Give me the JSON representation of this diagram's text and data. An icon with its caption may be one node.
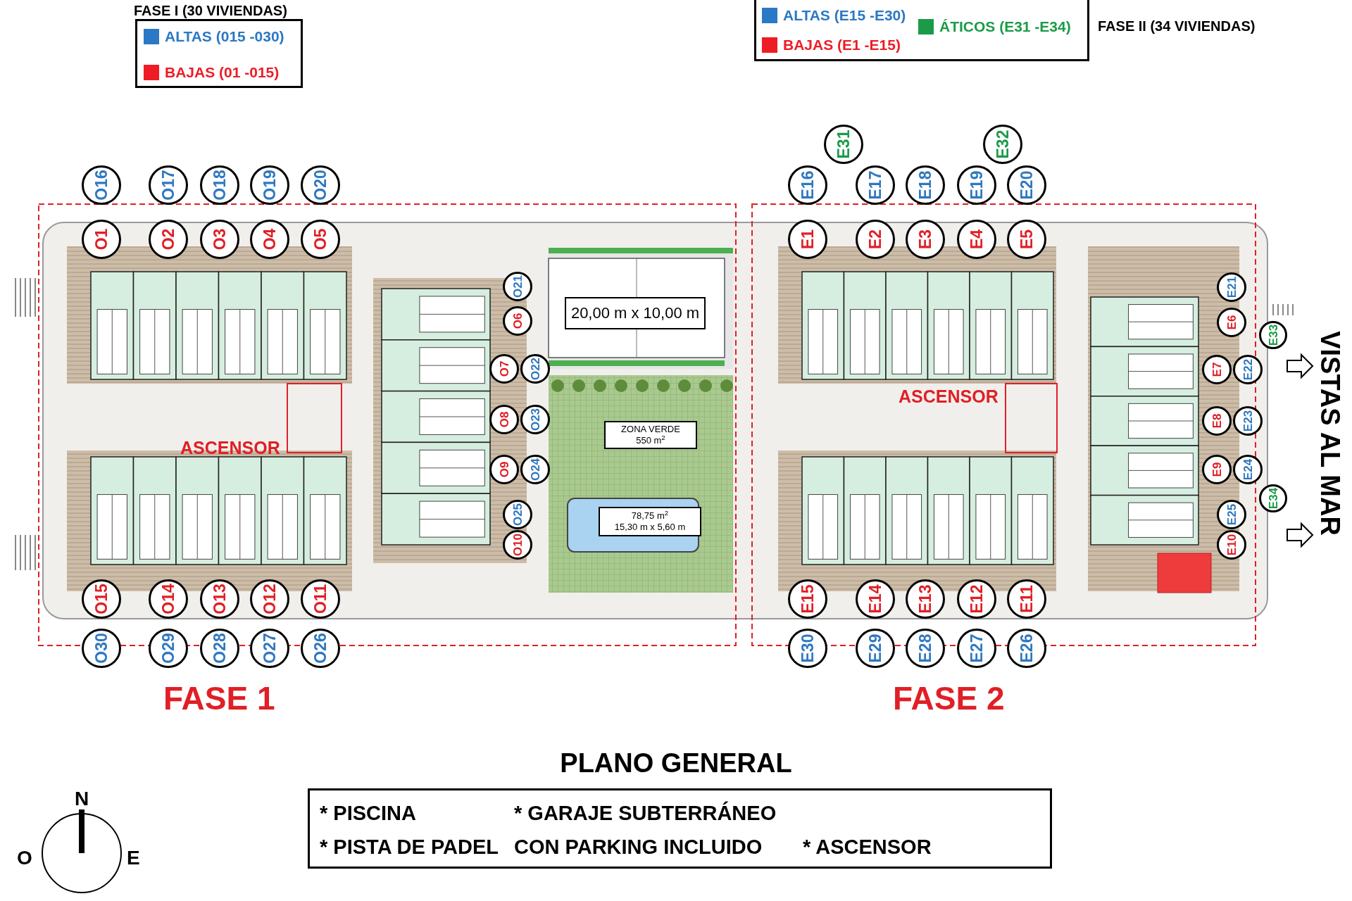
{
  "diagram": {
    "title": "PLANO GENERAL",
    "nodes": [
      {
        "text": [
          "E31"
        ]
      },
      {
        "text": [
          "E32"
        ]
      },
      {
        "text": [
          "O16"
        ]
      },
      {
        "text": [
          "O17"
        ]
      },
      {
        "text": [
          "O18"
        ]
      },
      {
        "text": [
          "O19"
        ]
      },
      {
        "text": [
          "O20"
        ]
      },
      {
        "text": [
          "E16"
        ]
      },
      {
        "text": [
          "E17"
        ]
      },
      {
        "text": [
          "E18"
        ]
      },
      {
        "text": [
          "E19"
        ]
      },
      {
        "text": [
          "E20"
        ]
      },
      {
        "text": [
          "O1"
        ]
      },
      {
        "text": [
          "O2"
        ]
      },
      {
        "text": [
          "O3"
        ]
      },
      {
        "text": [
          "O4"
        ]
      },
      {
        "text": [
          "O5"
        ]
      },
      {
        "text": [
          "E1"
        ]
      },
      {
        "text": [
          "E2"
        ]
      },
      {
        "text": [
          "E3"
        ]
      },
      {
        "text": [
          "E4"
        ]
      },
      {
        "text": [
          "E5"
        ]
      },
      {
        "text": [
          "O21"
        ]
      },
      {
        "text": [
          "O6"
        ]
      },
      {
        "text": [
          "20,00 m x 10,00 m"
        ]
      },
      {
        "text": [
          "E21"
        ]
      },
      {
        "text": [
          "E6"
        ]
      },
      {
        "text": [
          "E33"
        ]
      },
      {
        "text": [
          "O7"
        ]
      },
      {
        "text": [
          "O22"
        ]
      },
      {
        "text": [
          "E7"
        ]
      },
      {
        "text": [
          "E22"
        ]
      },
      {
        "text": [
          "O8"
        ]
      },
      {
        "text": [
          "O23"
        ]
      },
      {
        "text": [
          "ZONA VERDE",
          "550 m$^{2}$"
        ]
      },
      {
        "text": [
          "E8"
        ]
      },
      {
        "text": [
          "E23"
        ]
      },
      {
        "text": [
          "O9"
        ]
      },
      {
        "text": [
          "O24"
        ]
      },
      {
        "text": [
          "E9"
        ]
      },
      {
        "text": [
          "E24"
        ]
      },
      {
        "text": [
          "E34"
        ]
      },
      {
        "text": [
          "78,75 m$^{2}$",
          "15,30 m x 5,60 m"
        ]
      },
      {
        "text": [
          "O25"
        ]
      },
      {
        "text": [
          "E25"
        ]
      },
      {
        "text": [
          "O10"
        ]
      },
      {
        "text": [
          "E10"
        ]
      },
      {
        "text": [
          "O15"
        ]
      },
      {
        "text": [
          "O14"
        ]
      },
      {
        "text": [
          "O13"
        ]
      },
      {
        "text": [
          "O12"
        ]
      },
      {
        "text": [
          "O11"
        ]
      },
      {
        "text": [
          "E15"
        ]
      },
      {
        "text": [
          "E14"
        ]
      },
      {
        "text": [
          "E13"
        ]
      },
      {
        "text": [
          "E12"
        ]
      },
      {
        "text": [
          "E11"
        ]
      },
      {
        "text": [
          "O30"
        ]
      },
      {
        "text": [
          "O29"
        ]
      },
      {
        "text": [
          "O28"
        ]
      },
      {
        "text": [
          "O27"
        ]
      },
      {
        "text": [
          "O26"
        ]
      },
      {
        "text": [
          "E30"
        ]
      },
      {
        "text": [
          "E29"
        ]
      },
      {
        "text": [
          "E28"
        ]
      },
      {
        "text": [
          "E27"
        ]
      },
      {
        "text": [
          "E26"
        ]
      },
      {
        "text": [
          "* PISCINA",
          "* PISTA DE PADEL",
          "* GARAJE SUBTERRÁNEO CON PARKING INCLUIDO",
          "* ASCENSOR"
        ]
      },
      {
        "text": [
          "VISTAS AL MAR"
        ]
      }
    ],
    "edges": [
      {
        "from": null,
        "to": 68,
        "arrow": "to"
      },
      {
        "from": null,
        "to": 68,
        "arrow": "to"
      }
    ],
    "labels": [
      "FASE I (30 VIVIENDAS)",
      "FASE II (34 VIVIENDAS)",
      "ASCENSOR",
      "ASCENSOR",
      "FASE 1",
      "FASE 2",
      "N",
      "O",
      "E"
    ],
    "legend": [
      {
        "text": "ALTAS (015 -030)",
        "color": "#2b78c5"
      },
      {
        "text": "BAJAS (01 -015)",
        "color": "#ee1c25"
      },
      {
        "text": "ALTAS (E15 -E30)",
        "color": "#2b78c5"
      },
      {
        "text": "ÁTICOS (E31 -E34)",
        "color": "#1b9b48"
      },
      {
        "text": "BAJAS (E1 -E15)",
        "color": "#ee1c25"
      }
    ]
  }
}
